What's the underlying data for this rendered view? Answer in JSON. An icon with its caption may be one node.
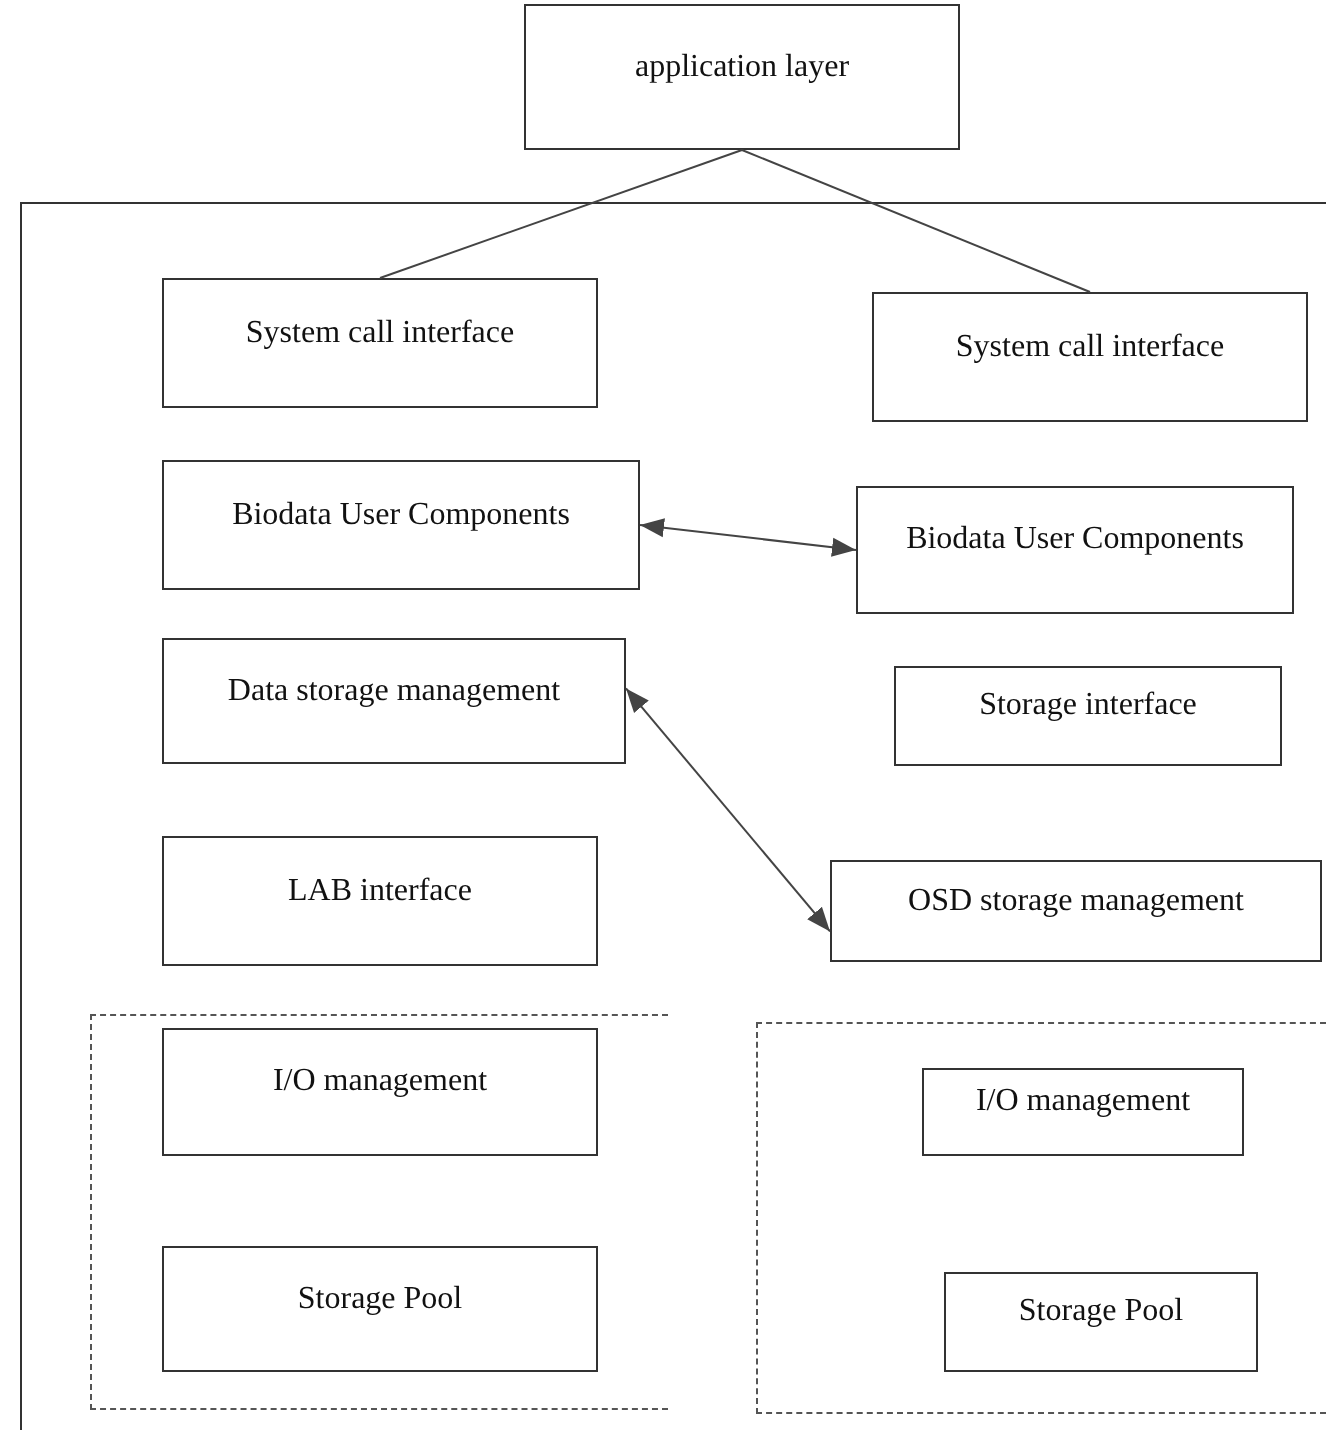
{
  "diagram": {
    "nodes": [
      {
        "text": [
          "application layer"
        ]
      },
      {
        "text": [],
        "shape": "box"
      },
      {
        "text": [
          "System call interface"
        ],
        "in": 1
      },
      {
        "text": [
          "System call interface"
        ],
        "in": 1
      },
      {
        "text": [
          "Biodata User Components"
        ],
        "in": 1
      },
      {
        "text": [
          "Biodata User Components"
        ],
        "in": 1
      },
      {
        "text": [
          "Data storage management"
        ],
        "in": 1
      },
      {
        "text": [
          "Storage interface"
        ],
        "in": 1
      },
      {
        "text": [
          "LAB interface"
        ],
        "in": 1
      },
      {
        "text": [
          "OSD storage management"
        ],
        "in": 1
      },
      {
        "text": [],
        "shape": "box",
        "in": 1
      },
      {
        "text": [
          "I/O management"
        ],
        "in": 10
      },
      {
        "text": [
          "Storage Pool"
        ],
        "in": 10
      },
      {
        "text": [],
        "shape": "box",
        "in": 1
      },
      {
        "text": [
          "I/O management"
        ],
        "in": 13
      },
      {
        "text": [
          "Storage Pool"
        ],
        "in": 13
      }
    ],
    "edges": [
      {
        "from": 0,
        "to": 2,
        "arrow": "none"
      },
      {
        "from": 0,
        "to": 3,
        "arrow": "none"
      },
      {
        "from": 4,
        "to": 5,
        "arrow": "both"
      },
      {
        "from": 6,
        "to": 9,
        "arrow": "both"
      }
    ]
  }
}
